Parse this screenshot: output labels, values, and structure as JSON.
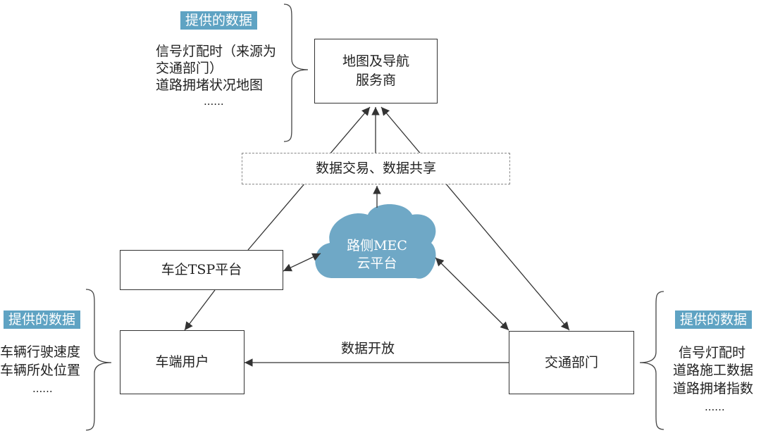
{
  "nodes": {
    "map_provider": {
      "line1": "地图及导航",
      "line2": "服务商"
    },
    "data_trade": "数据交易、数据共享",
    "mec_cloud": {
      "line1": "路侧MEC",
      "line2": "云平台"
    },
    "tsp_platform": "车企TSP平台",
    "end_user": "车端用户",
    "traffic_dept": "交通部门"
  },
  "edge_labels": {
    "data_open": "数据开放"
  },
  "data_panels": {
    "map_provider": {
      "tag": "提供的数据",
      "lines": [
        "信号灯配时（来源为",
        "交通部门）",
        "道路拥堵状况地图",
        "......"
      ]
    },
    "end_user": {
      "tag": "提供的数据",
      "lines": [
        "车辆行驶速度",
        "车辆所处位置",
        "......"
      ]
    },
    "traffic_dept": {
      "tag": "提供的数据",
      "lines": [
        "信号灯配时",
        "道路施工数据",
        "道路拥堵指数",
        "......"
      ]
    }
  },
  "colors": {
    "tag_bg": "#5fa3c3",
    "cloud": "#6fa8c6",
    "line": "#333333"
  }
}
